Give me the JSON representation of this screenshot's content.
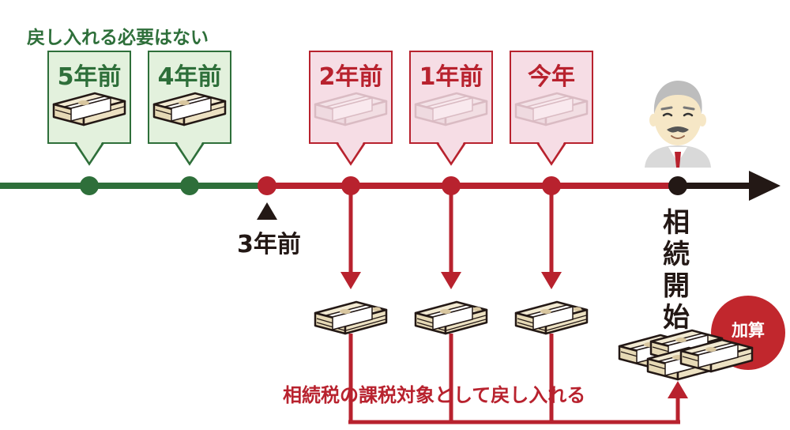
{
  "labels": {
    "no_return": "戻し入れる必要はない",
    "year5": "5年前",
    "year4": "4年前",
    "year3": "3年前",
    "year2": "2年前",
    "year1": "1年前",
    "this_year": "今年",
    "start": [
      "相",
      "続",
      "開",
      "始"
    ],
    "add": "加算",
    "taxable_return": "相続税の課税対象として戻し入れる"
  },
  "colors": {
    "green": "#2e6f3a",
    "green_fill": "#e3f1dd",
    "red": "#b8222e",
    "red_fill": "#f6dde5",
    "dark": "#231815",
    "add_circle": "#c1272d"
  },
  "icons": {
    "money": "banknote-bundle-icon",
    "person": "elderly-man-icon",
    "timeline_marker": "triangle-up-icon"
  }
}
